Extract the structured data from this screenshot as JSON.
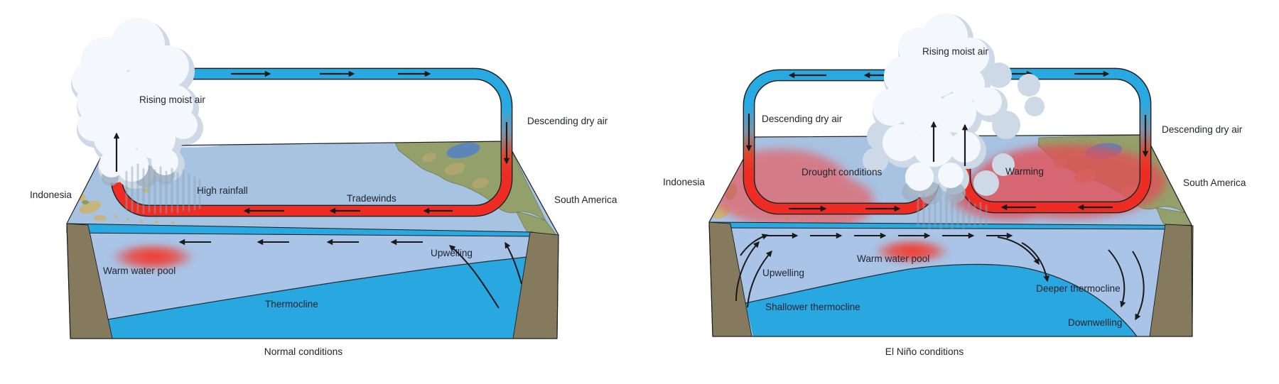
{
  "panels": [
    {
      "id": "normal",
      "caption": "Normal conditions",
      "labels": {
        "rising_moist_air": "Rising moist air",
        "indonesia": "Indonesia",
        "high_rainfall": "High rainfall",
        "tradewinds": "Tradewinds",
        "descending_dry_air": "Descending dry air",
        "south_america": "South America",
        "warm_water_pool": "Warm water pool",
        "upwelling": "Upwelling",
        "thermocline": "Thermocline"
      }
    },
    {
      "id": "el_nino",
      "caption": "El Niño conditions",
      "labels": {
        "indonesia": "Indonesia",
        "descending_dry_air_west": "Descending dry air",
        "drought_conditions": "Drought conditions",
        "rising_moist_air": "Rising moist air",
        "warming": "Warming",
        "descending_dry_air_east": "Descending dry air",
        "south_america": "South America",
        "upwelling": "Upwelling",
        "warm_water_pool": "Warm water pool",
        "shallower_thermocline": "Shallower thermocline",
        "deeper_thermocline": "Deeper thermocline",
        "downwelling": "Downwelling"
      }
    }
  ],
  "colors": {
    "warm_current_red": "#ee2c24",
    "cool_current_blue": "#29a9e1",
    "deep_water": "#29a7e0",
    "surface_water_front": "#a9c4e6",
    "sea_surface_top": "#a8c2e2",
    "land_side_brown": "#857a5e",
    "land_green": "#93a06b",
    "island_tan": "#c6b57c",
    "warming_overlay": "#e25056",
    "drought_overlay": "#e2656a",
    "label_text": "#222530"
  }
}
